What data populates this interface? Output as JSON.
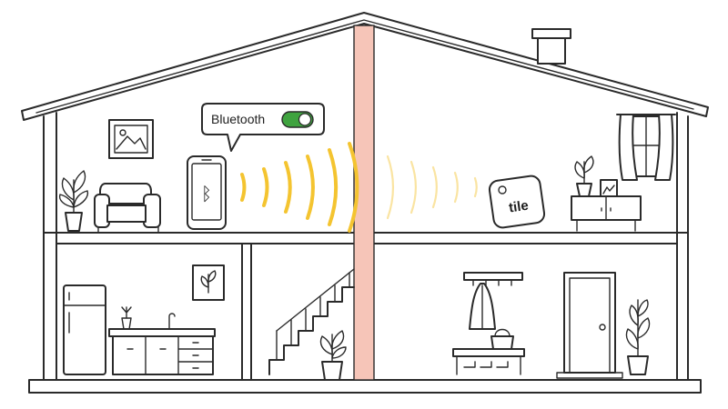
{
  "bluetooth_popup": {
    "label": "Bluetooth",
    "toggle_state": "on",
    "toggle_color": "#3fa33f"
  },
  "phone": {
    "icon": "bluetooth-icon",
    "glyph": "ᛒ"
  },
  "tracker": {
    "label": "tile"
  },
  "colors": {
    "signal": "#f4c430",
    "wall": "#f6c5b8",
    "line": "#2a2a2a"
  }
}
